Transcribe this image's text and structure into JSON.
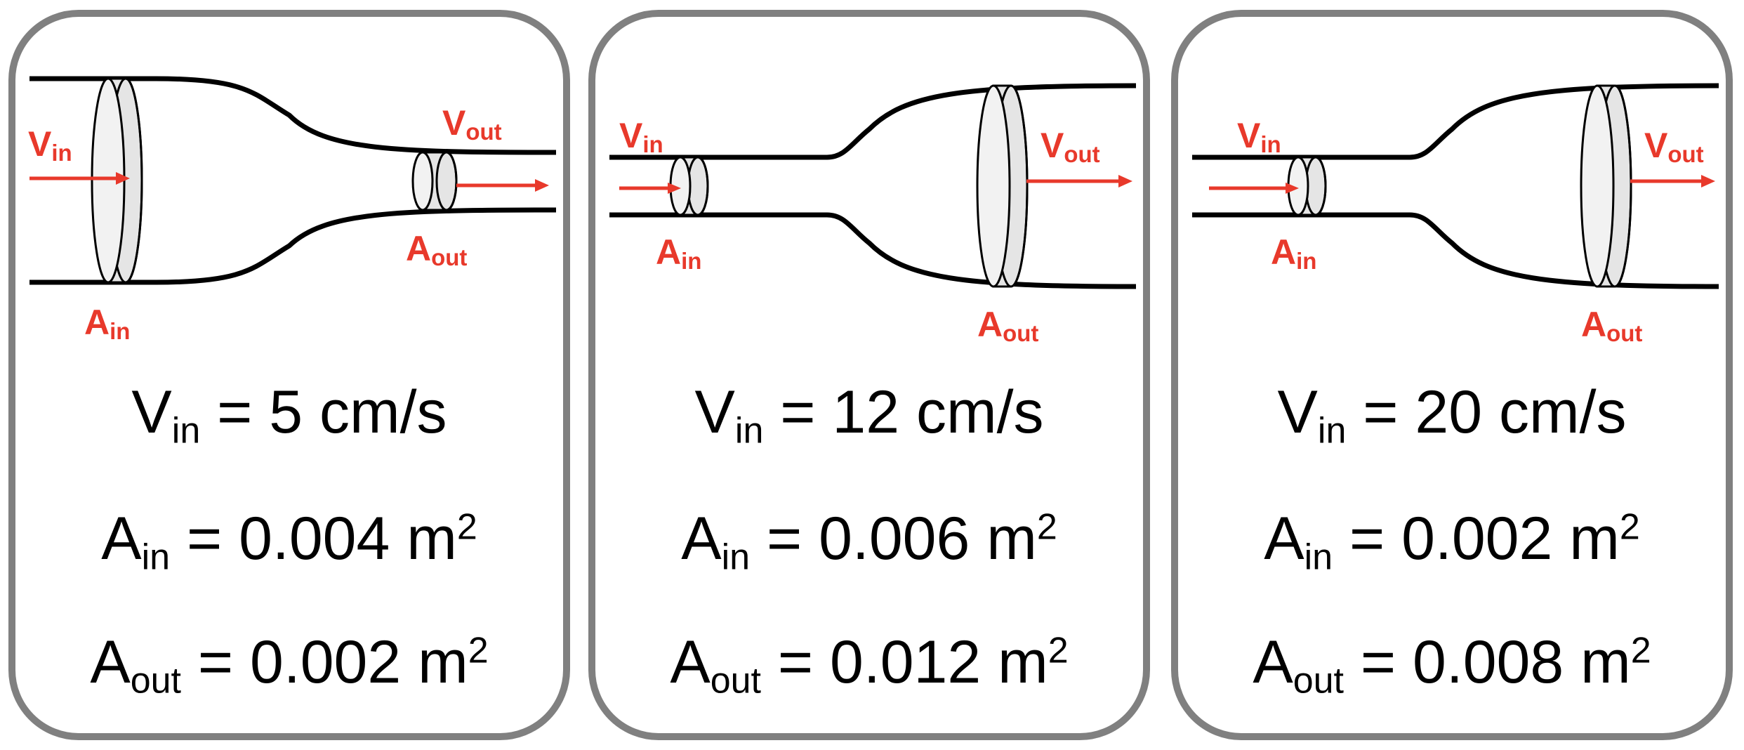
{
  "labels": {
    "v_sym": "V",
    "a_sym": "A",
    "in_sub": "in",
    "out_sub": "out",
    "equals": " = ",
    "sq_unit": "m",
    "exponent": "2"
  },
  "colors": {
    "label_red": "#e8392b",
    "frame_gray": "#808080",
    "ring_fill": "#e5e5e5"
  },
  "panels": [
    {
      "variant": "narrowing",
      "v_in": "5 cm/s",
      "a_in": "0.004",
      "a_out": "0.002"
    },
    {
      "variant": "widening",
      "v_in": "12 cm/s",
      "a_in": "0.006",
      "a_out": "0.012"
    },
    {
      "variant": "widening",
      "v_in": "20 cm/s",
      "a_in": "0.002",
      "a_out": "0.008"
    }
  ]
}
